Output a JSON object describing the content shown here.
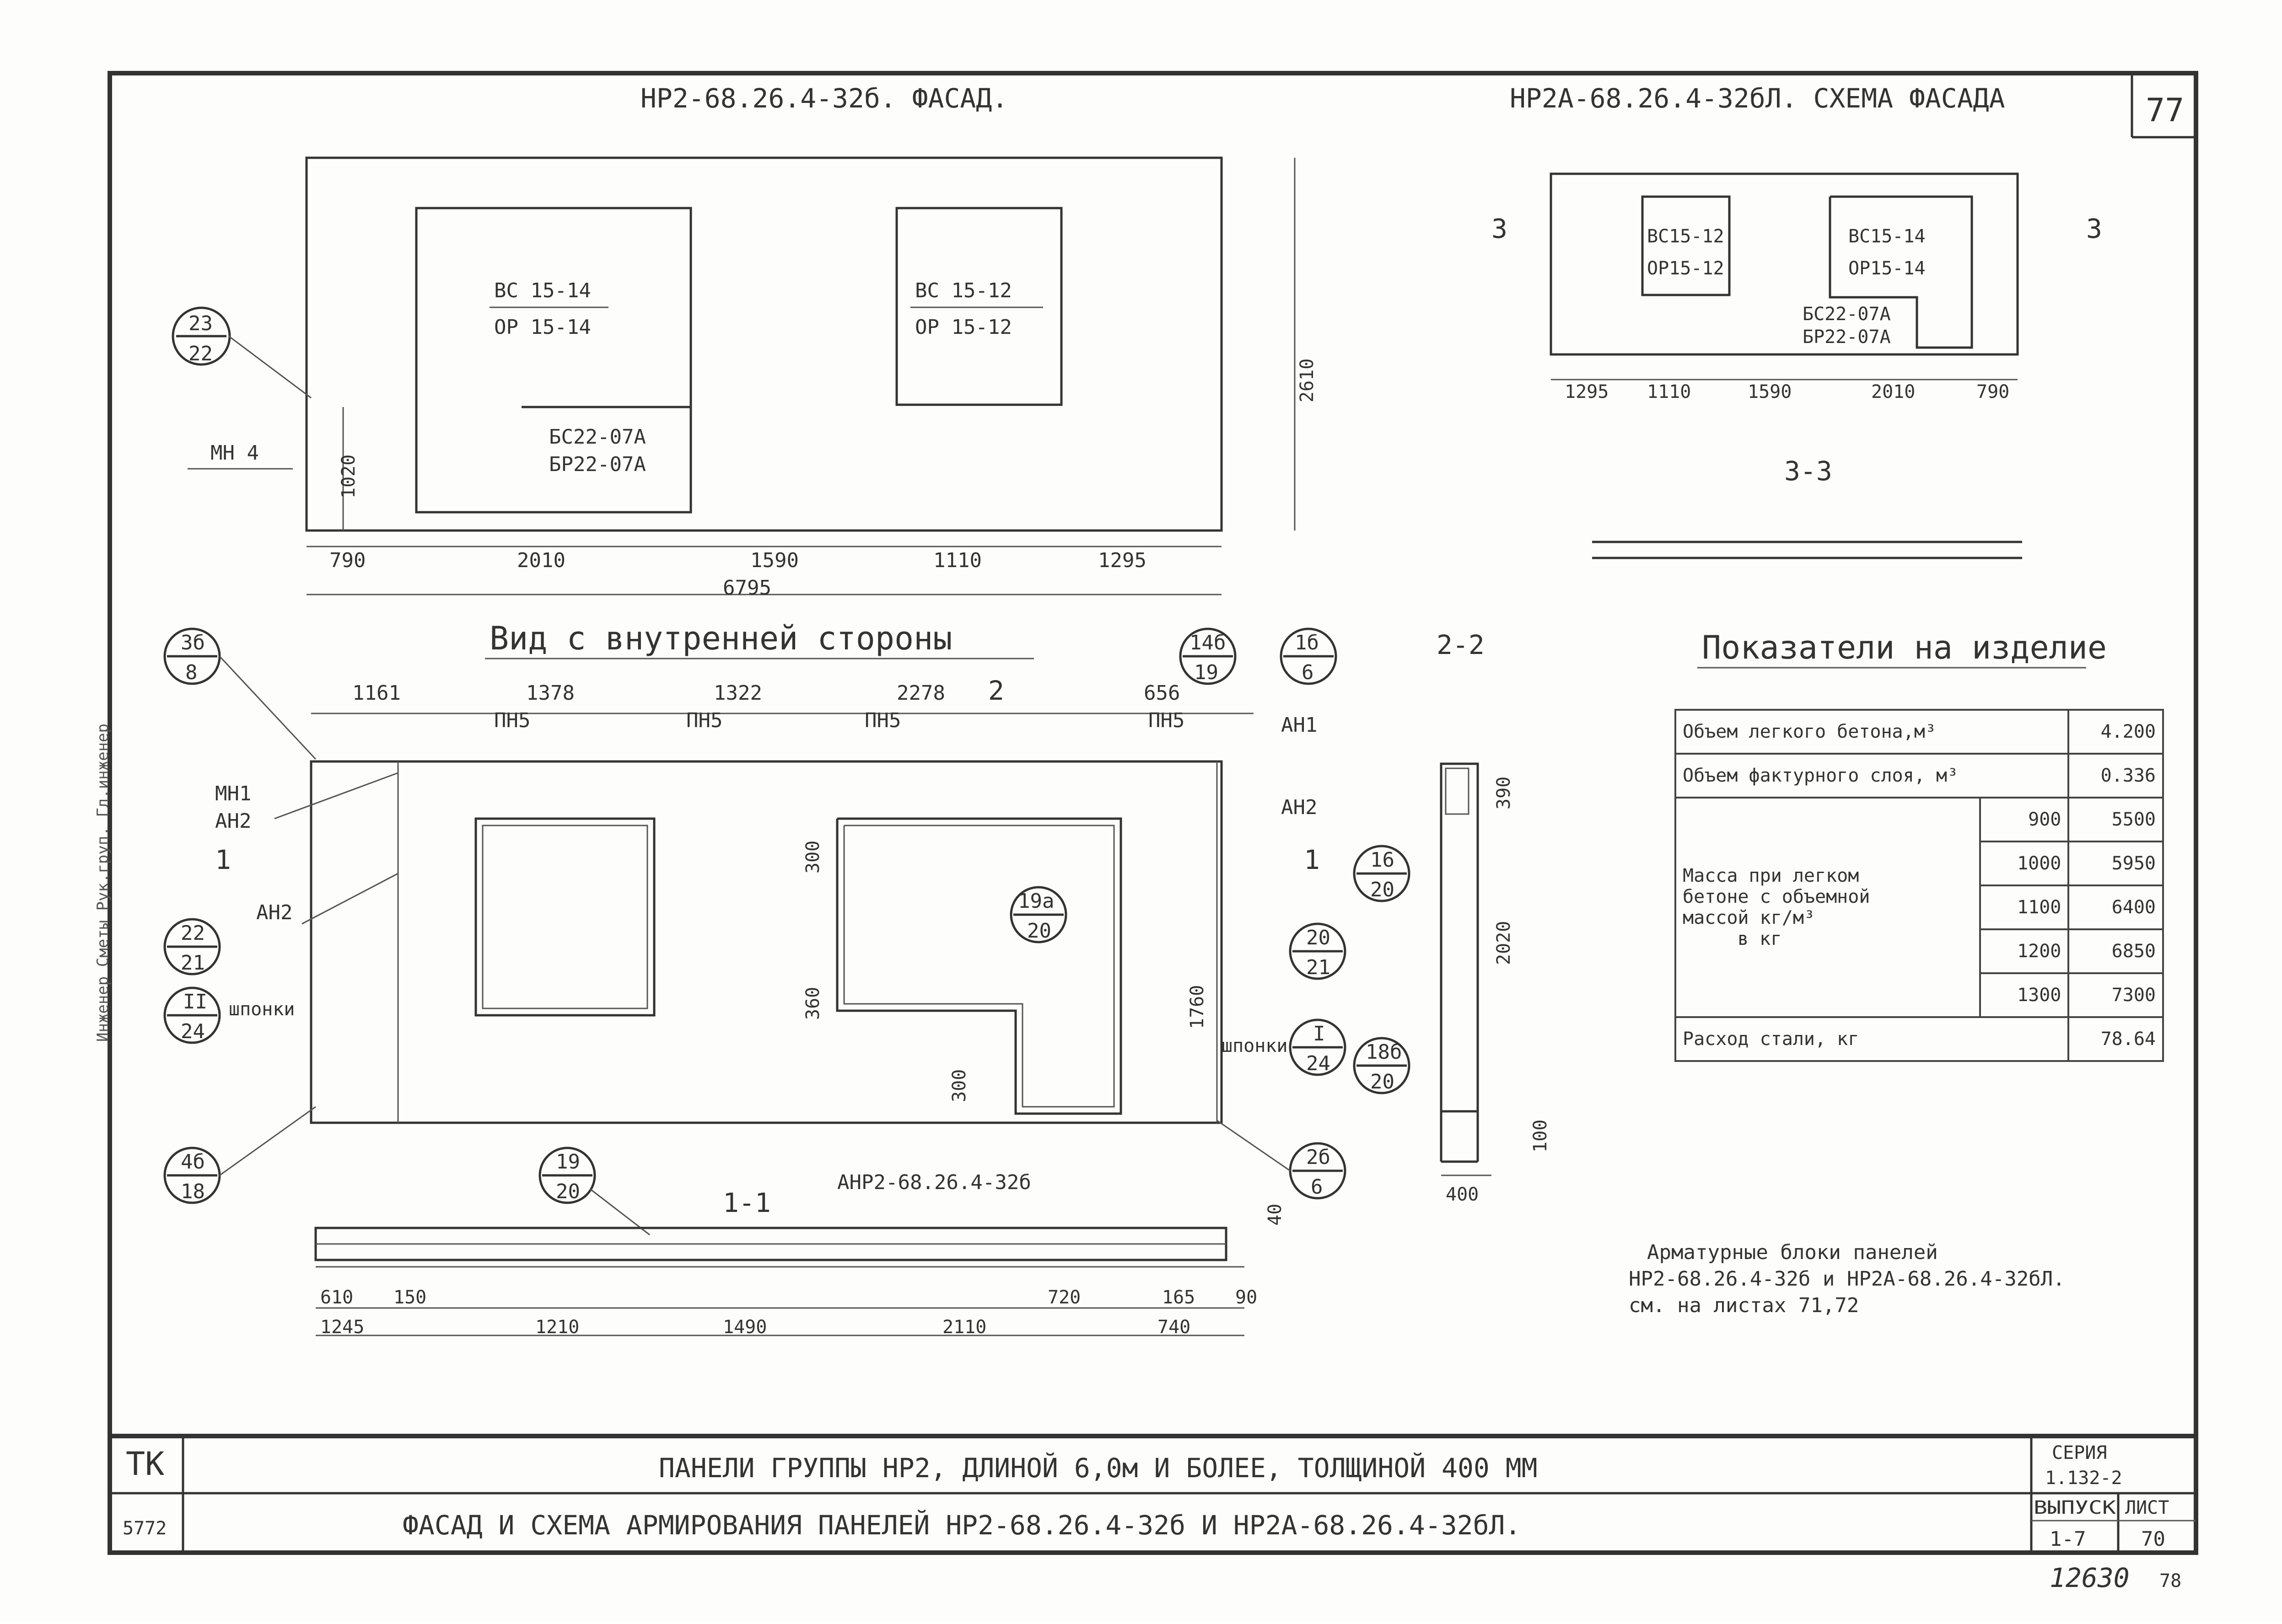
{
  "sheet_number": "77",
  "facade": {
    "title": "НР2-68.26.4-32б. ФАСАД.",
    "opening_left": [
      "ВС 15-14",
      "ОР 15-14"
    ],
    "opening_right": [
      "ВС 15-12",
      "ОР 15-12"
    ],
    "door_label": [
      "БС22-07А",
      "БР22-07А"
    ],
    "mark": [
      "23",
      "22"
    ],
    "embedded": "МН 4",
    "height_dim": "2610",
    "height_sub": "1020",
    "dims": [
      "790",
      "2010",
      "1590",
      "1110",
      "1295"
    ],
    "total": "6795"
  },
  "scheme": {
    "title": "НР2А-68.26.4-32бЛ. СХЕМА ФАСАДА",
    "opening_1": [
      "ВС15-12",
      "ОР15-12"
    ],
    "opening_2": [
      "ВС15-14",
      "ОР15-14"
    ],
    "door_label": [
      "БС22-07А",
      "БР22-07А"
    ],
    "dims": [
      "1295",
      "1110",
      "1590",
      "2010",
      "790"
    ],
    "section_mark": "3",
    "section_title": "3-3"
  },
  "inner_view": {
    "title": "Вид с внутренней стороны",
    "dims": [
      "1161",
      "1378",
      "1322",
      "2278",
      "656"
    ],
    "section_arrow": "2",
    "loops": [
      "ПН5",
      "ПН5",
      "ПН5",
      "ПН5"
    ],
    "marks": [
      [
        "3б",
        "8"
      ],
      [
        "14б",
        "19"
      ],
      [
        "1б",
        "6"
      ],
      [
        "22",
        "21"
      ],
      [
        "II",
        "24"
      ],
      [
        "4б",
        "18"
      ],
      [
        "19а",
        "20"
      ],
      [
        "20",
        "21"
      ],
      [
        "I",
        "24"
      ],
      [
        "2б",
        "6"
      ],
      [
        "16",
        "20"
      ],
      [
        "18б",
        "20"
      ],
      [
        "19",
        "20"
      ]
    ],
    "labels": [
      "МН1",
      "АН2",
      "АН2",
      "АН1",
      "АН2",
      "шпонки",
      "шпонки"
    ],
    "arrow_label": "1",
    "side_dims": [
      "300",
      "360",
      "300",
      "1760"
    ]
  },
  "section_22": {
    "title": "2-2",
    "dims": [
      "390",
      "2020",
      "100"
    ],
    "width": "400"
  },
  "section_11": {
    "title": "1-1",
    "subtitle": "АНР2-68.26.4-32б",
    "dims_top": [
      "610",
      "150",
      "720",
      "165",
      "90"
    ],
    "dims_bottom": [
      "1245",
      "1210",
      "1490",
      "2110",
      "740"
    ],
    "side_dim": "40"
  },
  "table": {
    "title": "Показатели на изделие",
    "concrete_volume_label": "Объем легкого бетона,м³",
    "concrete_volume": "4.200",
    "facing_volume_label": "Объем фактурного слоя, м³",
    "facing_volume": "0.336",
    "mass_label": [
      "Масса при легком",
      "бетоне с объемной",
      "массой кг/м³",
      "в кг"
    ],
    "mass_rows": [
      {
        "density": "900",
        "mass": "5500"
      },
      {
        "density": "1000",
        "mass": "5950"
      },
      {
        "density": "1100",
        "mass": "6400"
      },
      {
        "density": "1200",
        "mass": "6850"
      },
      {
        "density": "1300",
        "mass": "7300"
      }
    ],
    "steel_label": "Расход стали, кг",
    "steel": "78.64"
  },
  "notes": [
    "Арматурные блоки панелей",
    "НР2-68.26.4-32б и НР2А-68.26.4-32бЛ.",
    "см. на листах 71,72"
  ],
  "title_block": {
    "line1": "ПАНЕЛИ ГРУППЫ НР2, ДЛИНОЙ 6,0м И БОЛЕЕ, ТОЛЩИНОЙ 400 ММ",
    "line2": "ФАСАД И СХЕМА АРМИРОВАНИЯ ПАНЕЛЕЙ НР2-68.26.4-32б И НР2А-68.26.4-32бЛ.",
    "logo": "ТК",
    "logo_sub": "5772",
    "series_label": "СЕРИЯ",
    "series_value": "1.132-2",
    "issue_label": "ВЫПУСК",
    "issue_value": "1-7",
    "sheet_label": "ЛИСТ",
    "sheet_value": "70"
  },
  "handwritten": "12630",
  "handwritten_small": "78",
  "margin_stamp": "Инженер Сметы Рук.груп. Гл.инженер"
}
